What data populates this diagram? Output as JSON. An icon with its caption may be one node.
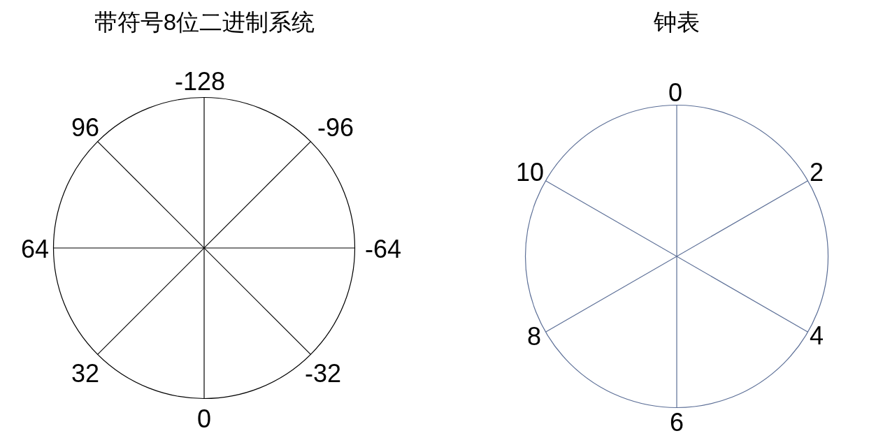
{
  "diagram": {
    "nodes": [
      {
        "text": [
          "带符号8位二进制系统"
        ]
      },
      {
        "text": [
          "钟表"
        ]
      }
    ],
    "labels": [
      "-128",
      "96",
      "-96",
      "64",
      "-64",
      "32",
      "-32",
      "0",
      "0",
      "10",
      "2",
      "8",
      "4",
      "6"
    ]
  }
}
